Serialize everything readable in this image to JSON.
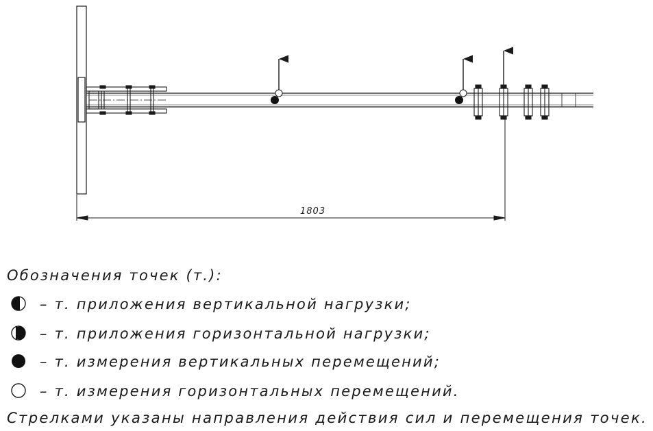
{
  "dimension": {
    "value": "1803"
  },
  "legend": {
    "title": "Обозначения точек (т.):",
    "items": [
      {
        "marker": "half-filled-left-circle-icon",
        "text": "– т. приложения вертикальной нагрузки;"
      },
      {
        "marker": "half-filled-right-circle-icon",
        "text": "– т. приложения горизонтальной нагрузки;"
      },
      {
        "marker": "filled-circle-icon",
        "text": "– т. измерения вертикальных перемещений;"
      },
      {
        "marker": "open-circle-icon",
        "text": "– т. измерения горизонтальных перемещений."
      }
    ],
    "footer": "Стрелками указаны направления действия сил и перемещения точек."
  },
  "colors": {
    "line": "#1a1a1a",
    "background": "#ffffff"
  }
}
